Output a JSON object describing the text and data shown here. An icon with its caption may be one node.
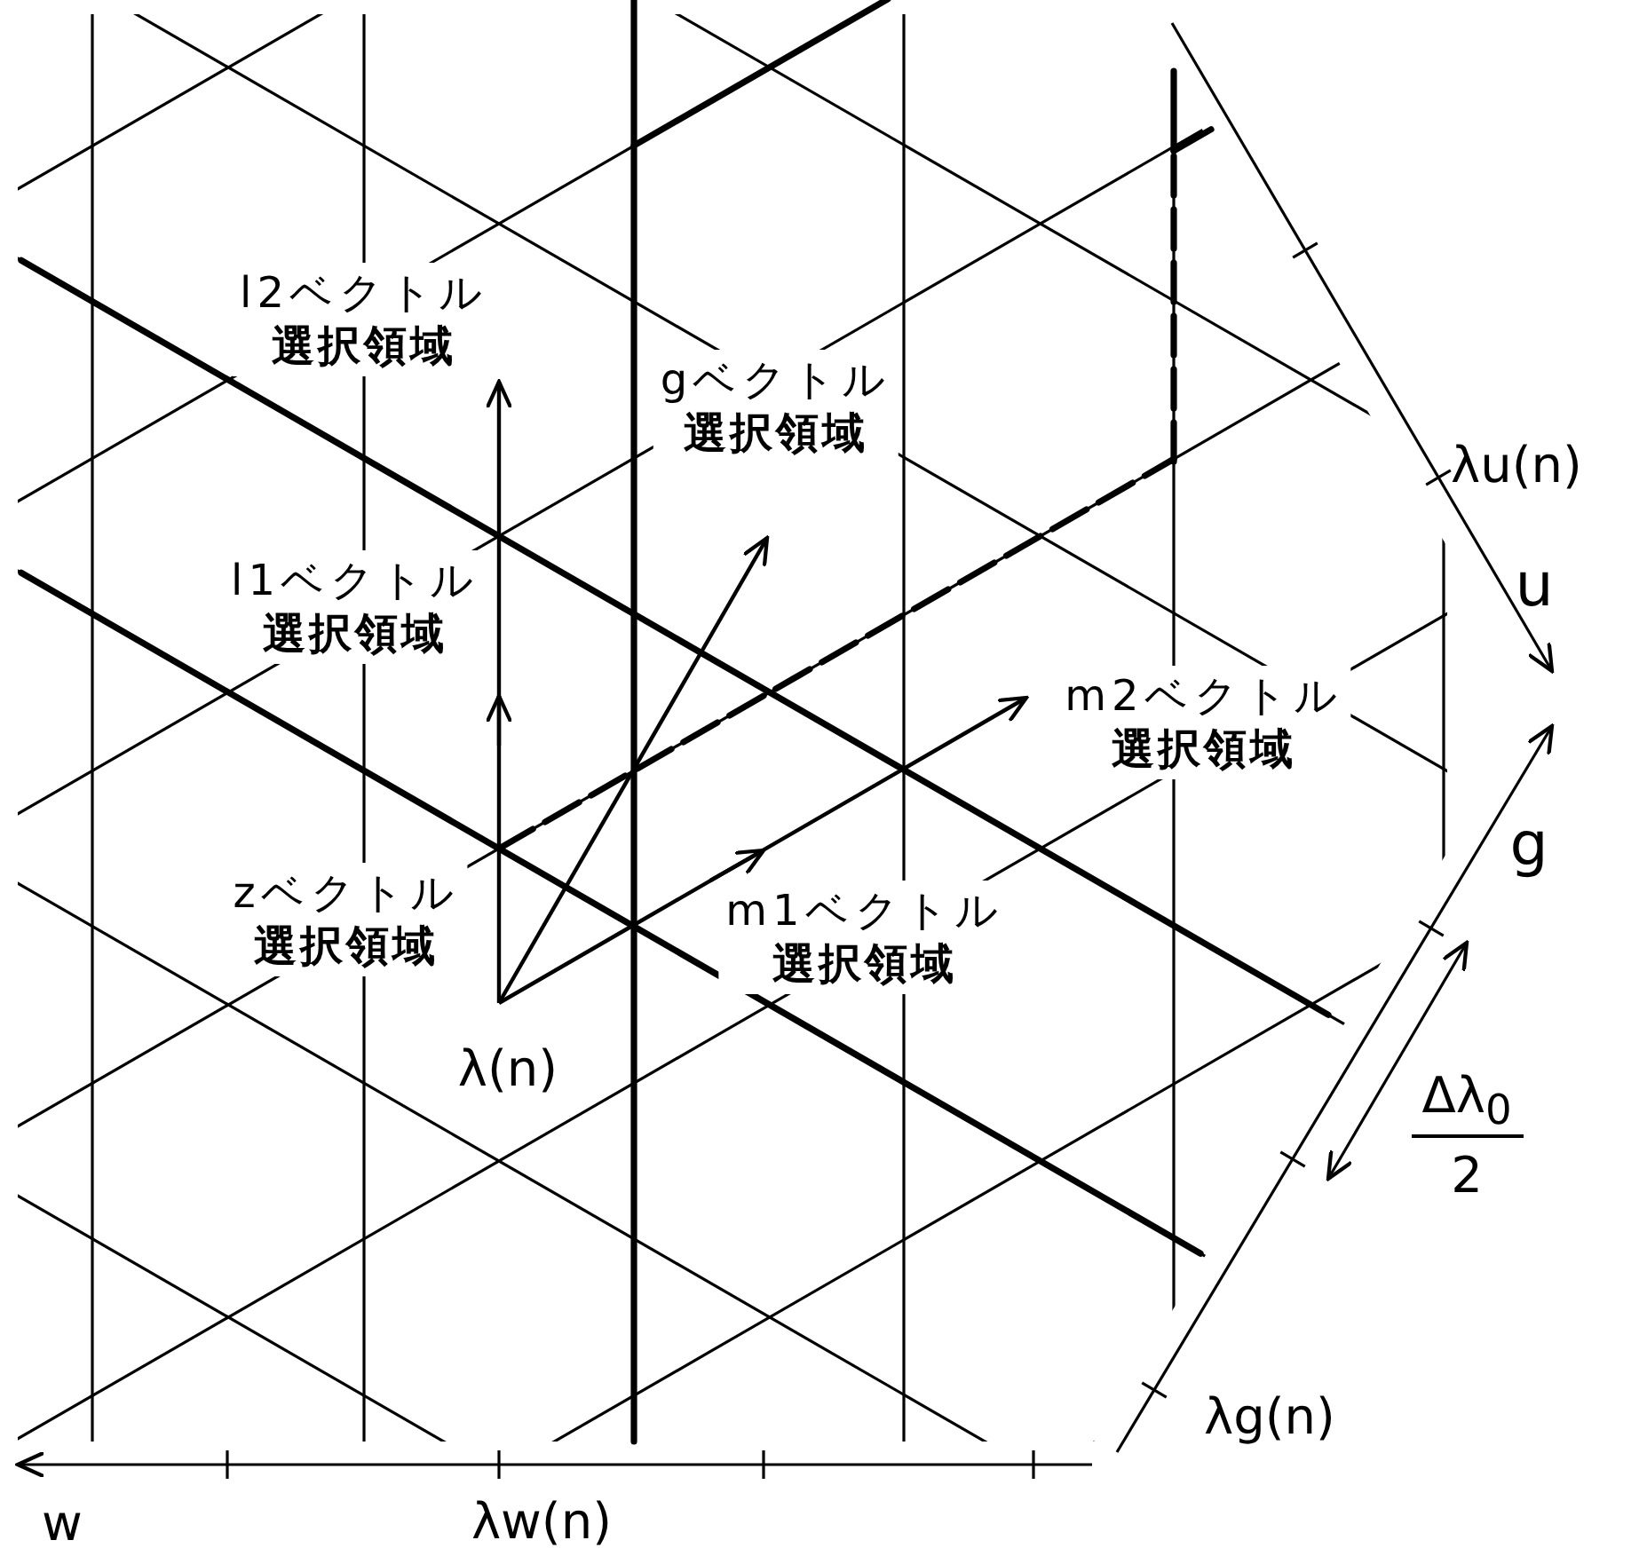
{
  "diagram": {
    "labels": [
      "l2ベクトル選択領域",
      "gベクトル選択領域",
      "λu(n)",
      "l1ベクトル選択領域",
      "u",
      "m2ベクトル選択領域",
      "g",
      "zベクトル選択領域",
      "m1ベクトル選択領域",
      "Δλ$_{0}$",
      "2",
      "λ(n)",
      "λg(n)",
      "w",
      "λw(n)"
    ]
  }
}
